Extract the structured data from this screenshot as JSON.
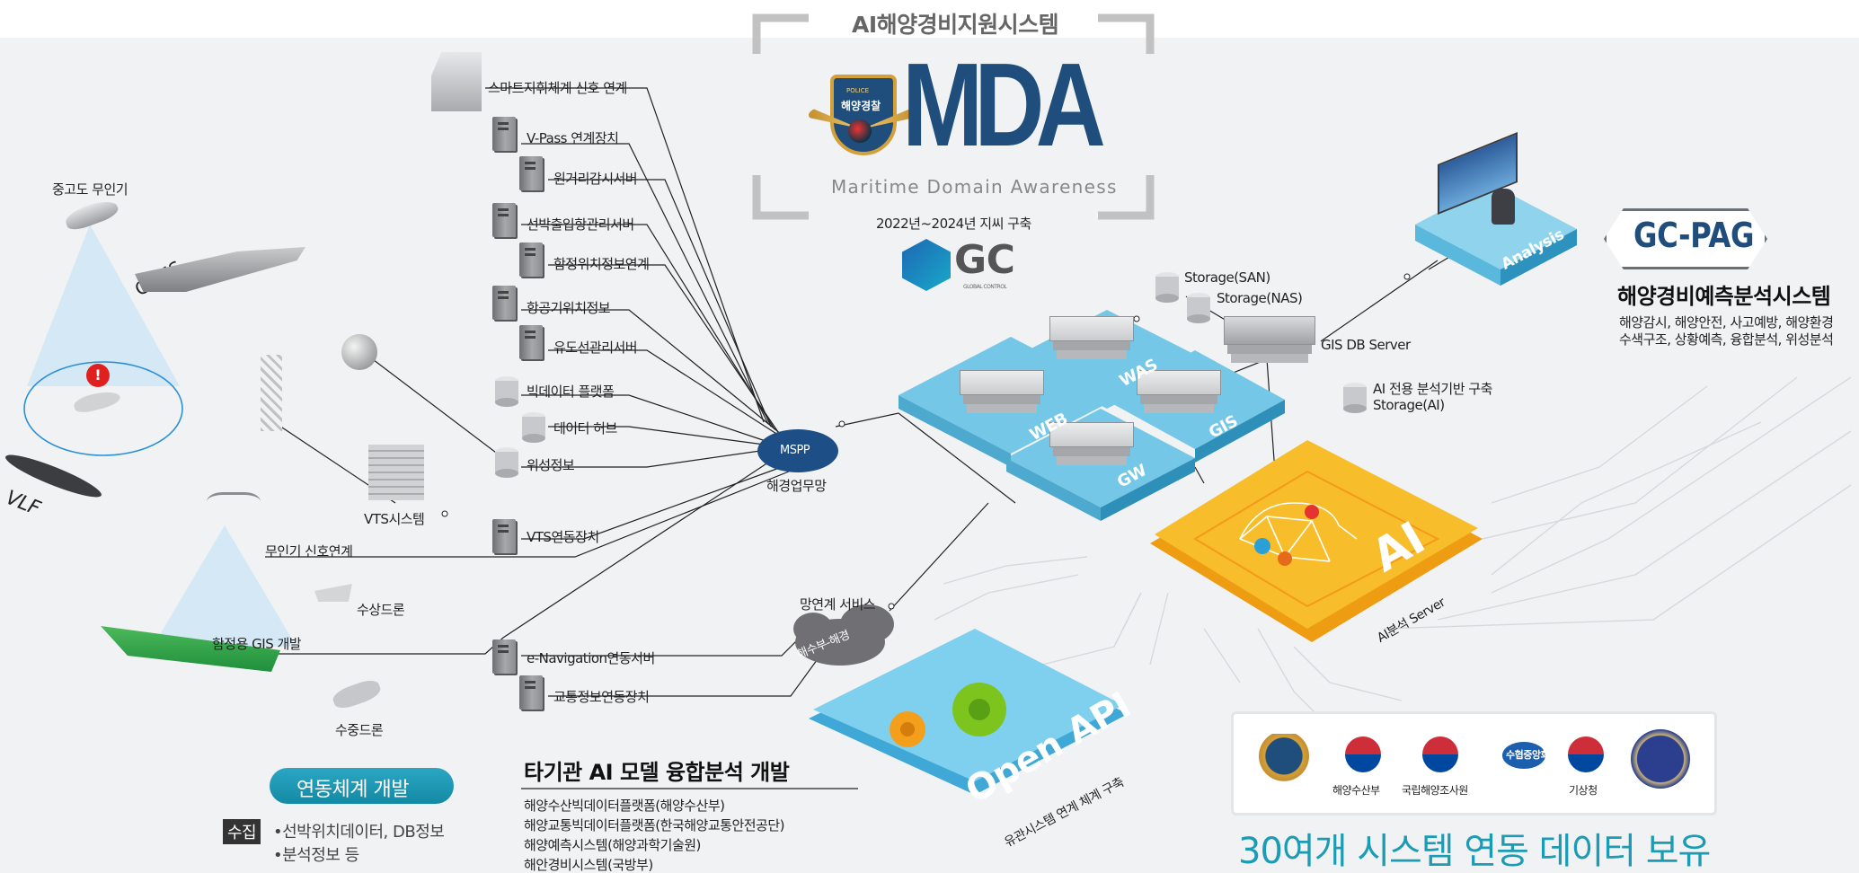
{
  "header": {
    "system_title": "AI해양경비지원시스템",
    "logo_text": "MDA",
    "subtitle": "Maritime Domain Awareness",
    "period": "2022년~2024년 지씨 구축",
    "company": "GC",
    "company_sub": "GLOBAL CONTROL",
    "badge_text": "해양경찰",
    "badge_top": "POLICE"
  },
  "left": {
    "uav": "중고도 무인기",
    "cvms": "CVMS",
    "vlf": "VLF",
    "vts_system": "VTS시스템",
    "drone_link": "무인기 신호연계",
    "surface_drone": "수상드론",
    "ship_gis": "함정용 GIS 개발",
    "underwater_drone": "수중드론",
    "pill": "연동체계 개발",
    "collect_tag": "수집",
    "collect_items": [
      "•선박위치데이터, DB정보",
      "•분석정보 등"
    ]
  },
  "sources": [
    "스마트지휘체계 신호 연계",
    "V-Pass 연계장치",
    "원거리감시서버",
    "선박출입항관리서버",
    "함정위치정보연계",
    "항공기위치정보",
    "유도선관리서버",
    "빅데이터 플랫폼",
    "데이터 허브",
    "위성정보",
    "VTS연동장치",
    "e-Navigation연동서버",
    "교통정보연동장치"
  ],
  "network": {
    "mspp": "MSPP",
    "mspp_caption": "해경업무망",
    "link_service": "망연계 서비스",
    "cloud_label": "해수부-해경"
  },
  "center": {
    "tiles": [
      "WAS",
      "WEB",
      "GIS",
      "GW"
    ],
    "storage_san": "Storage(SAN)",
    "storage_nas": "Storage(NAS)",
    "gis_db": "GIS DB Server",
    "ai_storage_1": "AI 전용 분석기반 구축",
    "ai_storage_2": "Storage(AI)",
    "ai_chip": "AI",
    "ai_server": "AI분석 Server",
    "analysis": "Analysis",
    "open_api": "Open API",
    "open_api_caption": "유관시스템 연계 체계 구축"
  },
  "right": {
    "gcpag": "GC-PAG",
    "pag_title": "해양경비예측분석시스템",
    "pag_desc_1": "해양감시, 해양안전, 사고예방, 해양환경",
    "pag_desc_2": "수색구조, 상황예측, 융합분석, 위성분석"
  },
  "bottom": {
    "fusion_title": "타기관 AI 모델 융합분석 개발",
    "fusion_items": [
      "해양수산빅데이터플랫폼(해양수산부)",
      "해양교통빅데이터플랫폼(한국해양교통안전공단)",
      "해양예측시스템(해양과학기술원)",
      "해안경비시스템(국방부)"
    ],
    "agencies": [
      "해양수산부",
      "국립해양조사원",
      "수협중앙회",
      "기상청"
    ],
    "big_text": "30여개 시스템 연동 데이터 보유"
  },
  "colors": {
    "navy": "#1f4e7c",
    "cyan": "#3ab7e0",
    "teal": "#1c9bb4",
    "ai_orange": "#f6b221",
    "grey_bracket": "#c2c2c2"
  }
}
